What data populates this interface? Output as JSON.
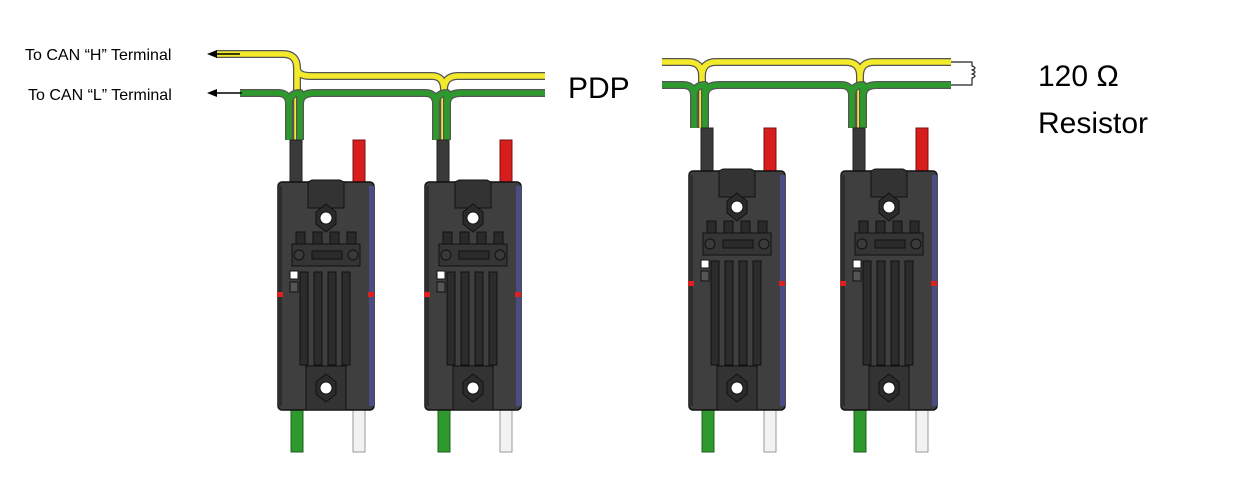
{
  "labels": {
    "can_h": "To CAN “H” Terminal",
    "can_l": "To CAN “L” Terminal",
    "pdp": "PDP",
    "resistor_value": "120 Ω",
    "resistor_word": "Resistor"
  },
  "colors": {
    "can_high_wire": "#f2ea2a",
    "can_low_wire": "#2e9a2e",
    "power_wire": "#d81d1d",
    "ground_wire": "#f2f2f2",
    "body": "#3f3f3f",
    "body_dark": "#2a2a2a",
    "body_side": "#4a4c86",
    "indicator": "#e02020"
  },
  "devices": [
    {
      "name": "can-device-1"
    },
    {
      "name": "can-device-2"
    },
    {
      "name": "can-device-3"
    },
    {
      "name": "can-device-4"
    }
  ]
}
